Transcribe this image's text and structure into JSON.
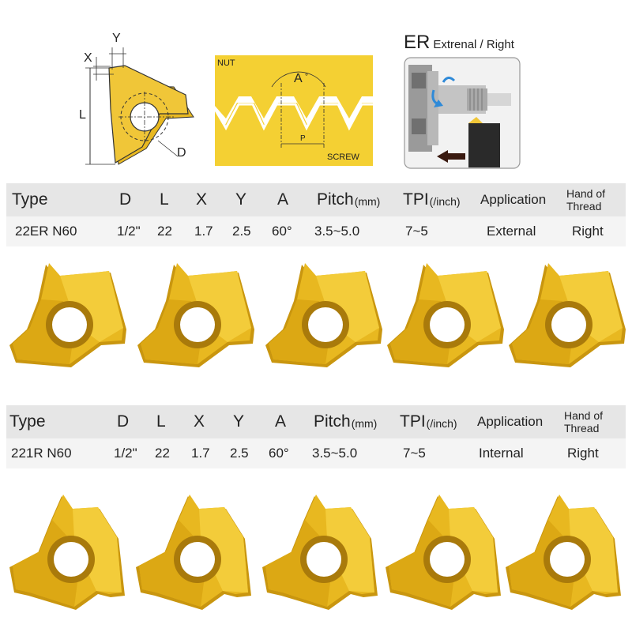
{
  "diagram_insert": {
    "label_x": "X",
    "label_y": "Y",
    "label_l": "L",
    "label_d": "D"
  },
  "diagram_thread": {
    "label_nut": "NUT",
    "label_screw": "SCREW",
    "label_angle": "A",
    "label_degree": "°",
    "label_pitch": "P"
  },
  "diagram_lathe": {
    "title": "ER",
    "subtitle": "Extrenal / Right"
  },
  "headers": {
    "type": "Type",
    "d": "D",
    "l": "L",
    "x": "X",
    "y": "Y",
    "a": "A",
    "pitch": "Pitch",
    "pitch_unit": "(mm)",
    "tpi": "TPI",
    "tpi_unit": "(/inch)",
    "application": "Application",
    "hand_line1": "Hand of",
    "hand_line2": "Thread"
  },
  "rows": [
    {
      "type": "22ER N60",
      "d": "1/2\"",
      "l": "22",
      "x": "1.7",
      "y": "2.5",
      "a": "60°",
      "pitch": "3.5~5.0",
      "tpi": "7~5",
      "application": "External",
      "hand": "Right"
    },
    {
      "type": "221R N60",
      "d": "1/2\"",
      "l": "22",
      "x": "1.7",
      "y": "2.5",
      "a": "60°",
      "pitch": "3.5~5.0",
      "tpi": "7~5",
      "application": "Internal",
      "hand": "Right"
    }
  ],
  "colors": {
    "gold": "#e8b820",
    "gold_dark": "#b88a10",
    "gold_light": "#f7dc6a",
    "header_bg": "#e6e6e6",
    "row_bg": "#f4f4f4"
  }
}
